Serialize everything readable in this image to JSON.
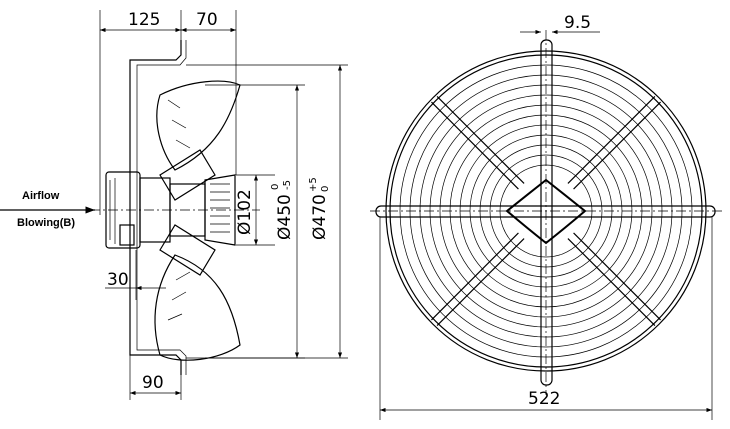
{
  "side_view": {
    "dim_125": "125",
    "dim_70": "70",
    "dim_30": "30",
    "dim_90": "90",
    "dia_102": "Ø102",
    "dia_450": "Ø450",
    "dia_450_tol_upper": "0",
    "dia_450_tol_lower": "-5",
    "dia_470": "Ø470",
    "dia_470_tol_upper": "+5",
    "dia_470_tol_lower": "0",
    "airflow_label": "Airflow",
    "airflow_mode": "Blowing(B)"
  },
  "front_view": {
    "dim_9_5": "9.5",
    "dim_522": "522"
  }
}
